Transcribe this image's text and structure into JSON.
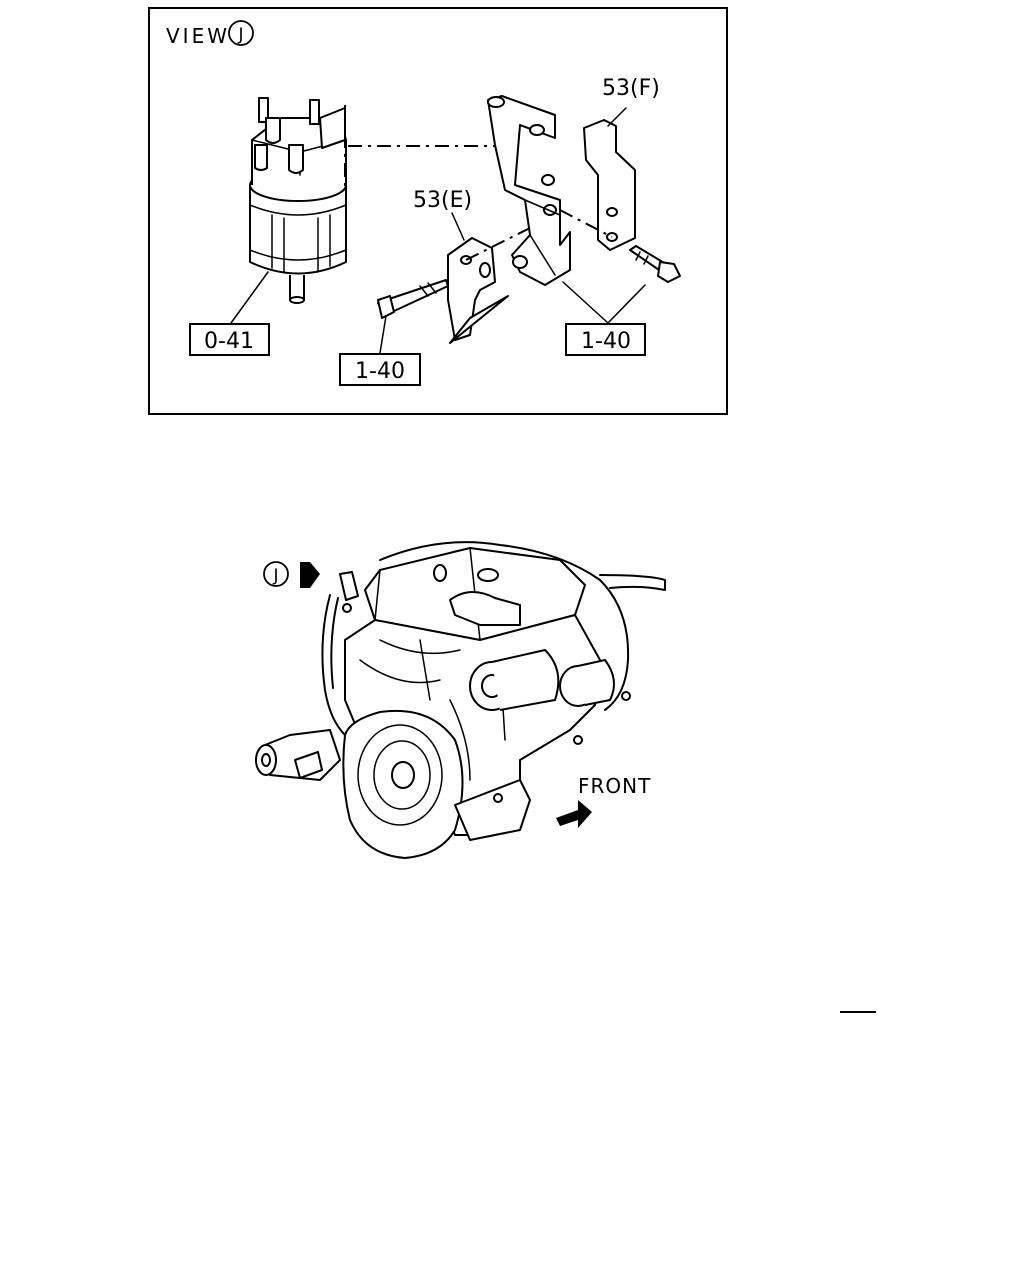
{
  "detail": {
    "view_word": "VIEW",
    "view_letter": "J",
    "callouts": {
      "filter": "0-41",
      "bolt_left": "1-40",
      "bolt_right": "1-40",
      "bracket_e": "53(E)",
      "bracket_f": "53(F)"
    }
  },
  "engine": {
    "view_marker_letter": "J",
    "front_label": "FRONT"
  }
}
